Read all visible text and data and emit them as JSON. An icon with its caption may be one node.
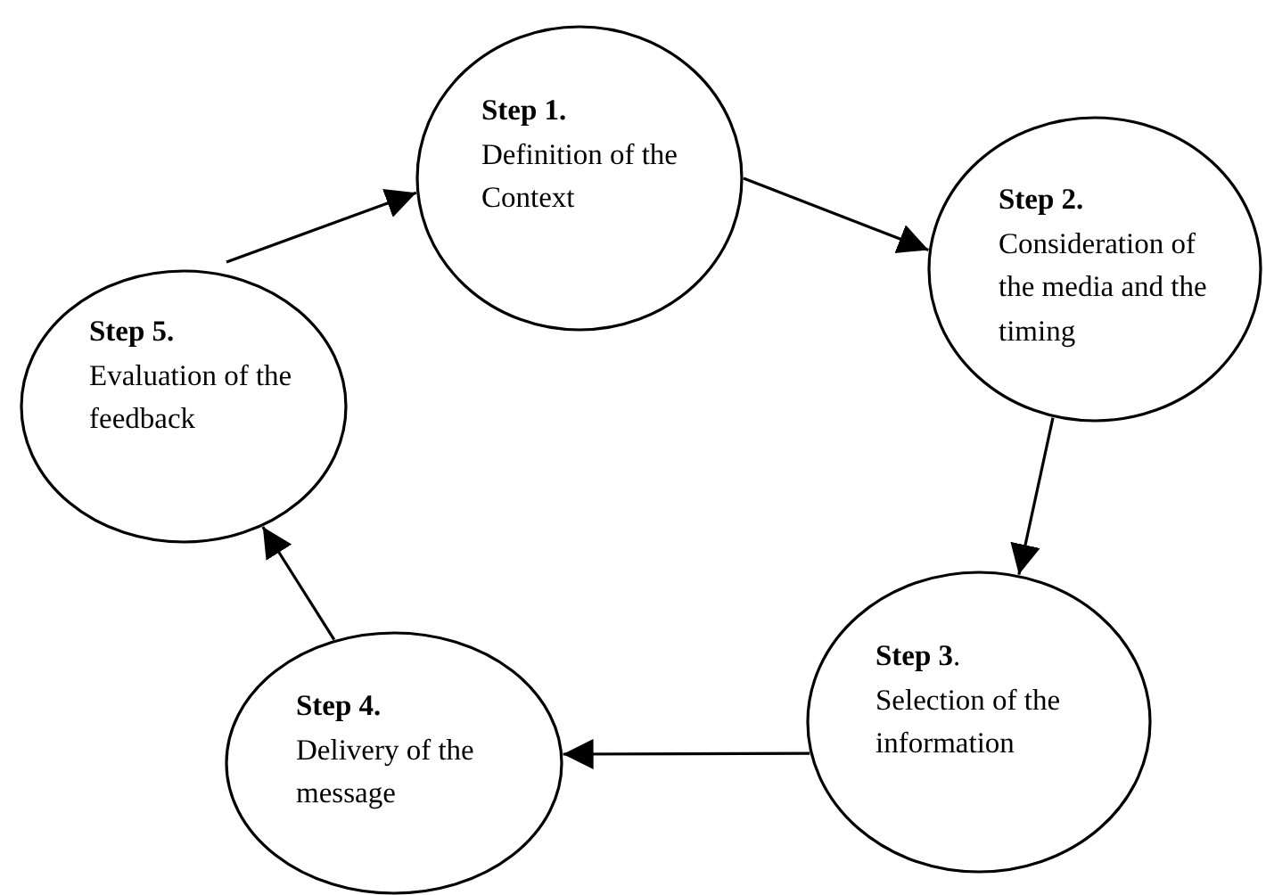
{
  "diagram": {
    "nodes": [
      {
        "text": [
          "Step 1.",
          "Definition of the Context"
        ]
      },
      {
        "text": [
          "Step 2.",
          "Consideration of the media and the timing"
        ]
      },
      {
        "text": [
          "**Step 3**.",
          "Selection of the information"
        ]
      },
      {
        "text": [
          "Step 4.",
          "Delivery of the message"
        ]
      },
      {
        "text": [
          "Step 5.",
          "Evaluation of the feedback"
        ]
      }
    ],
    "edges": [
      {
        "from": 0,
        "to": 1,
        "arrow": "to"
      },
      {
        "from": 1,
        "to": 2,
        "arrow": "to"
      },
      {
        "from": 2,
        "to": 3,
        "arrow": "to"
      },
      {
        "from": 3,
        "to": 4,
        "arrow": "to"
      },
      {
        "from": 4,
        "to": 0,
        "arrow": "to"
      }
    ]
  }
}
